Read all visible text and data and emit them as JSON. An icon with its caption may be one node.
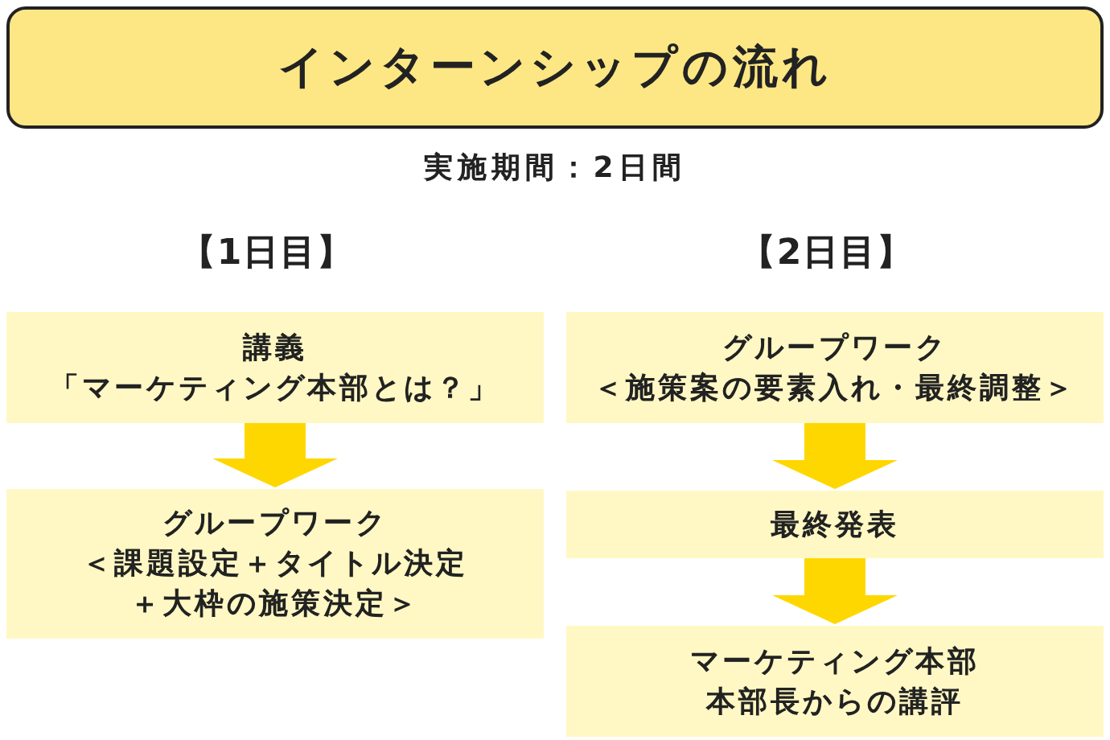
{
  "diagram": {
    "title": "インターンシップの流れ",
    "nodes": [
      {
        "text": [
          "講義",
          "「マーケティング本部とは？」"
        ]
      },
      {
        "text": [
          "グループワーク",
          "＜課題設定＋タイトル決定＋大枠の施策決定＞"
        ]
      },
      {
        "text": [
          "グループワーク",
          "＜施策案の要素入れ・最終調整＞"
        ]
      },
      {
        "text": [
          "最終発表"
        ]
      },
      {
        "text": [
          "マーケティング本部本部長からの講評"
        ]
      }
    ],
    "edges": [
      {
        "from": 0,
        "to": 1,
        "arrow": "to"
      },
      {
        "from": 2,
        "to": 3,
        "arrow": "to"
      },
      {
        "from": 3,
        "to": 4,
        "arrow": "to"
      }
    ],
    "labels": [
      "実施期間：2日間",
      "【1日目】",
      "【2日目】"
    ]
  }
}
